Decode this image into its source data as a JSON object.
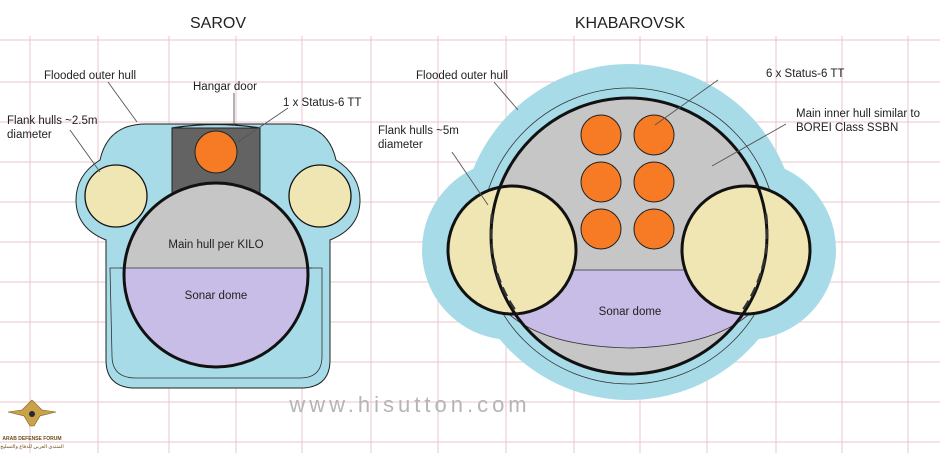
{
  "titles": {
    "left": "SAROV",
    "right": "KHABAROVSK"
  },
  "sarov": {
    "flooded_outer_hull": "Flooded outer hull",
    "hangar_door": "Hangar door",
    "torpedo_tube": "1 x Status-6 TT",
    "flank_hulls_line1": "Flank hulls ~2.5m",
    "flank_hulls_line2": "diameter",
    "main_hull": "Main hull per KILO",
    "sonar_dome": "Sonar dome"
  },
  "khabarovsk": {
    "flooded_outer_hull": "Flooded outer hull",
    "torpedo_tubes": "6 x Status-6 TT",
    "main_inner_hull_line1": "Main inner hull similar to",
    "main_inner_hull_line2": "BOREI Class SSBN",
    "flank_hulls_line1": "Flank hulls ~5m",
    "flank_hulls_line2": "diameter",
    "sonar_dome": "Sonar dome"
  },
  "watermark": "www.hisutton.com",
  "logo": {
    "line1": "ARAB DEFENSE FORUM",
    "line2": "المنتدى العربي للدفاع والتسليح"
  },
  "colors": {
    "outer_hull": "#a7dbe8",
    "pressure_hull": "#c6c6c6",
    "sonar": "#c8bde6",
    "flank": "#f0e6b4",
    "torpedo": "#f77b25",
    "hangar": "#636363",
    "grid": "#e8c6cc",
    "outline": "#111111"
  }
}
